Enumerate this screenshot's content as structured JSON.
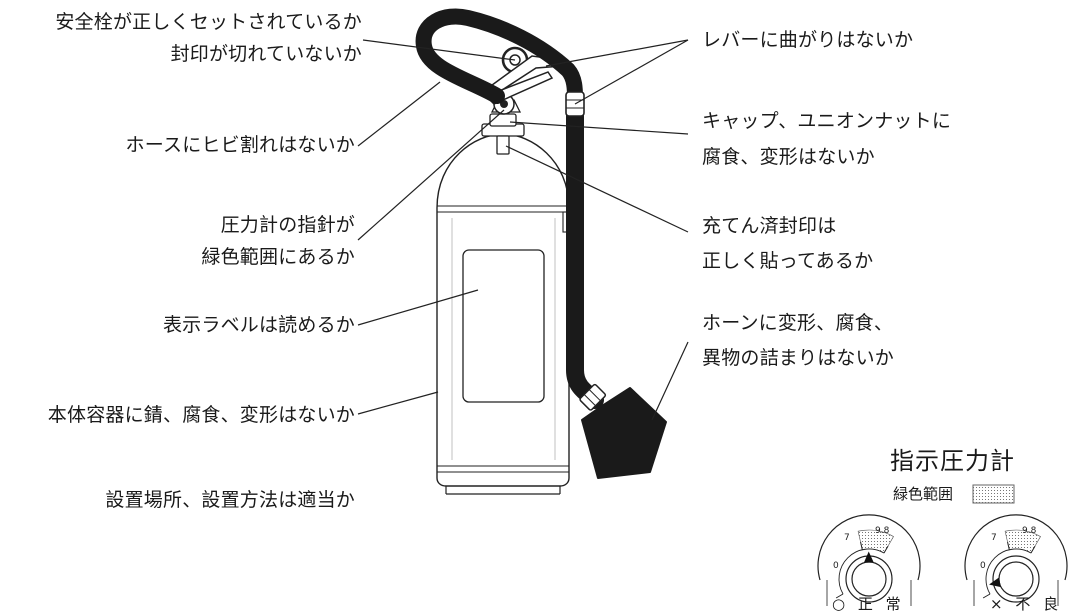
{
  "callouts": {
    "safety_pin": "安全栓が正しくセットされているか",
    "seal": "封印が切れていないか",
    "lever": "レバーに曲がりはないか",
    "hose": "ホースにヒビ割れはないか",
    "cap_line1": "キャップ、ユニオンナットに",
    "cap_line2": "腐食、変形はないか",
    "gauge_line1": "圧力計の指針が",
    "gauge_line2": "緑色範囲にあるか",
    "filled_line1": "充てん済封印は",
    "filled_line2": "正しく貼ってあるか",
    "label": "表示ラベルは読めるか",
    "horn_line1": "ホーンに変形、腐食、",
    "horn_line2": "異物の詰まりはないか",
    "body": "本体容器に錆、腐食、変形はないか",
    "location": "設置場所、設置方法は適当か"
  },
  "pressure_gauge": {
    "title": "指示圧力計",
    "legend_label": "緑色範囲",
    "dial_numbers": [
      "0",
      "7",
      "9.8"
    ],
    "normal_label": "○ 正 常",
    "bad_label": "× 不 良",
    "normal_needle_value": 7.8,
    "bad_needle_value": 1.2
  }
}
